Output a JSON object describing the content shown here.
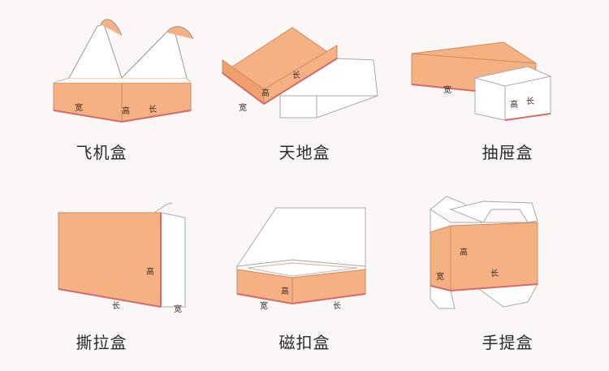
{
  "colors": {
    "face": "#f5b181",
    "face_dark": "#f0a06a",
    "edge": "#d56a6a",
    "outline": "#9a9a9a",
    "line": "#c9a48c"
  },
  "boxes": [
    {
      "name": "飞机盒",
      "labels": {
        "width": "宽",
        "height": "高",
        "length": "长"
      }
    },
    {
      "name": "天地盒",
      "labels": {
        "width": "宽",
        "height": "高",
        "length": "长"
      }
    },
    {
      "name": "抽屉盒",
      "labels": {
        "width": "宽",
        "height": "高",
        "length": "长"
      }
    },
    {
      "name": "撕拉盒",
      "labels": {
        "width": "宽",
        "height": "高",
        "length": "长"
      }
    },
    {
      "name": "磁扣盒",
      "labels": {
        "width": "宽",
        "height": "高",
        "length": "长"
      }
    },
    {
      "name": "手提盒",
      "labels": {
        "width": "宽",
        "height": "高",
        "length": "长"
      }
    }
  ]
}
